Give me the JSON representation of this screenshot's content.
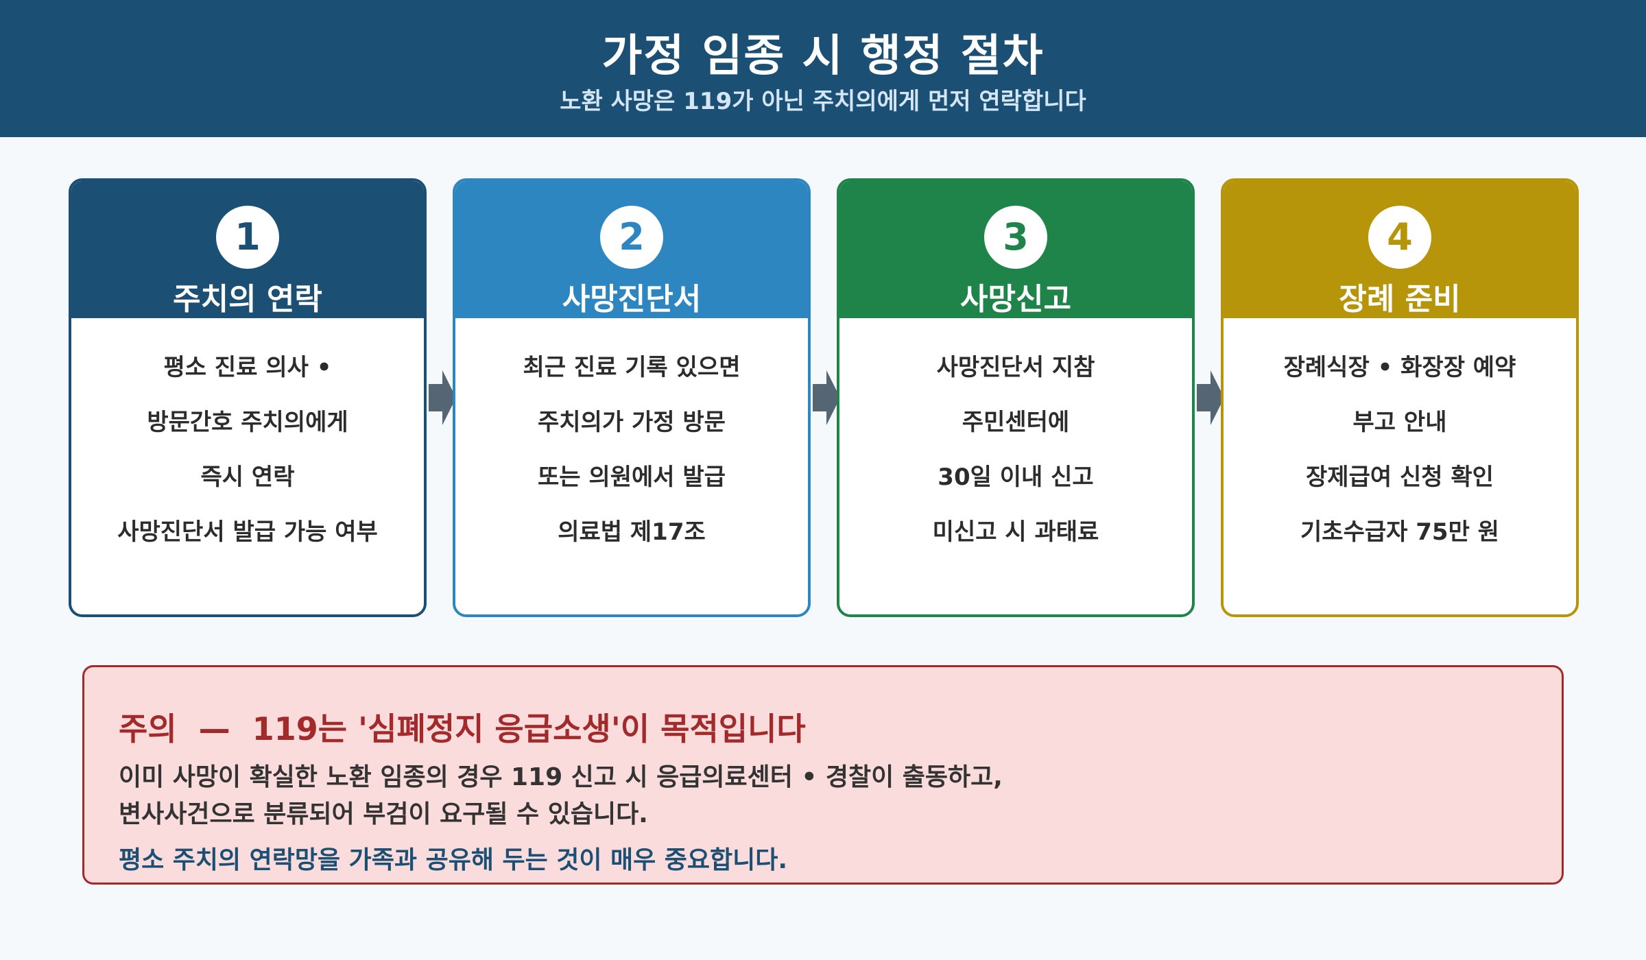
{
  "header": {
    "title": "가정 임종 시 행정 절차",
    "subtitle": "노환 사망은 119가 아닌 주치의에게 먼저 연락합니다"
  },
  "steps": [
    {
      "number": "1",
      "title": "주치의 연락",
      "color": "#1c4f74",
      "lines": [
        "평소 진료 의사 •",
        "방문간호 주치의에게",
        "즉시 연락",
        "사망진단서 발급 가능 여부"
      ]
    },
    {
      "number": "2",
      "title": "사망진단서",
      "color": "#2e86c1",
      "lines": [
        "최근 진료 기록 있으면",
        "주치의가 가정 방문",
        "또는 의원에서 발급",
        "의료법 제17조"
      ]
    },
    {
      "number": "3",
      "title": "사망신고",
      "color": "#1e8449",
      "lines": [
        "사망진단서 지참",
        "주민센터에",
        "30일 이내 신고",
        "미신고 시 과태료"
      ]
    },
    {
      "number": "4",
      "title": "장례 준비",
      "color": "#b7950b",
      "lines": [
        "장례식장 • 화장장 예약",
        "부고 안내",
        "장제급여 신청 확인",
        "기초수급자 75만 원"
      ]
    }
  ],
  "warning": {
    "title": "주의  —  119는 '심폐정지 응급소생'이 목적입니다",
    "body_line1": "이미 사망이 확실한 노환 임종의 경우 119 신고 시 응급의료센터 • 경찰이 출동하고,",
    "body_line2": "변사사건으로 분류되어 부검이 요구될 수 있습니다.",
    "note": "평소 주치의 연락망을 가족과 공유해 두는 것이 매우 중요합니다.",
    "border_color": "#a32a2a",
    "background_color": "#fadcdc"
  },
  "arrow_color": "#566573"
}
